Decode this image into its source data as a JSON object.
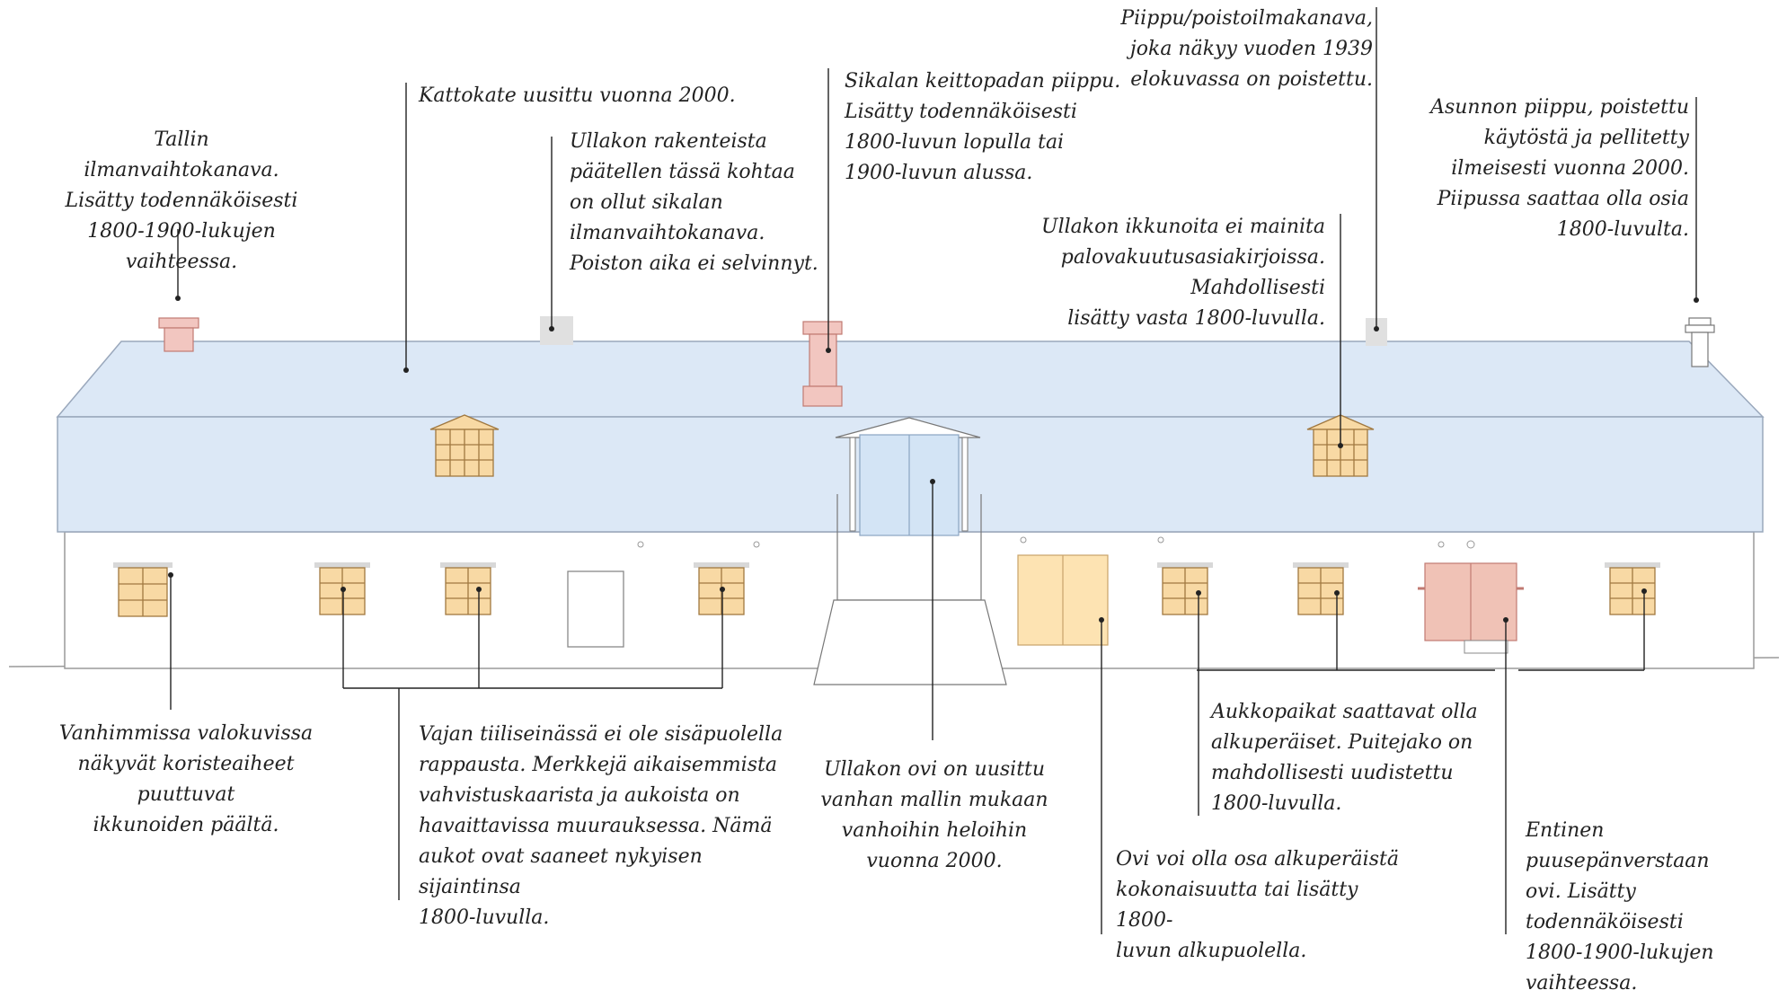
{
  "annotations": {
    "stable_vent": "Tallin ilmanvaihtokanava.\nLisätty todennäköisesti\n1800-1900-lukujen vaihteessa.",
    "roof": "Kattokate uusittu vuonna 2000.",
    "attic_vent": "Ullakon rakenteista\npäätellen tässä kohtaa\non ollut sikalan\nilmanvaihtokanava.\nPoiston aika ei selvinnyt.",
    "cauldron_chimney": "Sikalan keittopadan piippu.\nLisätty todennäköisesti\n1800-luvun lopulla tai\n1900-luvun alussa.",
    "exhaust_pipe": "Piippu/poistoilmakanava,\njoka näkyy vuoden 1939\nelokuvassa on poistettu.",
    "attic_windows": "Ullakon ikkunoita ei mainita\npalovakuutusasiakirjoissa. Mahdollisesti\nlisätty vasta 1800-luvulla.",
    "dwelling_chimney": "Asunnon piippu, poistettu\nkäytöstä ja pellitetty\nilmeisesti vuonna 2000.\nPiipussa saattaa olla osia\n1800-luvulta.",
    "window_ornaments": "Vanhimmissa valokuvissa\nnäkyvät koristeaiheet puuttuvat\nikkunoiden päältä.",
    "shed_wall": "Vajan tiiliseinässä ei ole sisäpuolella\nrappausta. Merkkejä aikaisemmista\nvahvistuskaarista ja aukoista on\nhavaittavissa muurauksessa. Nämä\naukot ovat saaneet nykyisen sijaintinsa\n1800-luvulla.",
    "attic_door": "Ullakon ovi on uusittu\nvanhan mallin mukaan\nvanhoihin heloihin\nvuonna 2000.",
    "yellow_door": "Ovi voi olla osa alkuperäistä\nkokonaisuutta tai lisätty 1800-\nluvun alkupuolella.",
    "openings": "Aukkopaikat saattavat olla\nalkuperäiset. Puitejako on\nmahdollisesti uudistettu\n1800-luvulla.",
    "workshop_door": "Entinen puusepänverstaan\novi. Lisätty todennäköisesti\n1800-1900-lukujen\nvaihteessa."
  },
  "colors": {
    "roof": "#dce8f6",
    "roof_stroke": "#9aa8bc",
    "wall": "#ffffff",
    "window_frame": "#f8d9a4",
    "window_stroke": "#a07840",
    "chimney": "#f2c6c0",
    "chimney_stroke": "#c07a72",
    "vent_gray": "#e0e0e0",
    "yellow_door": "#fde3b2",
    "red_door": "#f0c2b6",
    "attic_door": "#d3e4f5",
    "leader": "#222222"
  }
}
